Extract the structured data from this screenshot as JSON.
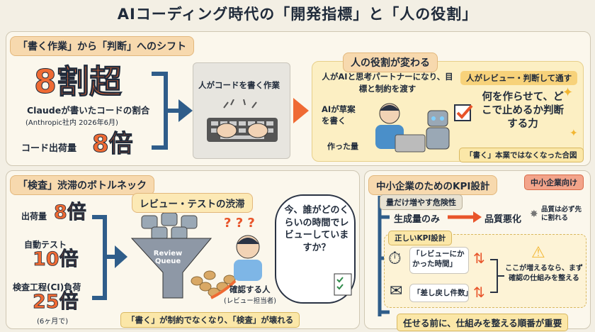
{
  "title": "AIコーディング時代の「開発指標」と「人の役割」",
  "shift": {
    "header": "「書く作業」から「判断」へのシフト",
    "big_value": "8割超",
    "desc1": "Claudeが書いたコードの割合",
    "desc2": "(Anthropic社内 2026年6月)",
    "ship_label": "コード出荷量",
    "ship_value": "8倍",
    "human_writes": "人がコードを書く作業",
    "role_header": "人の役割が変わる",
    "role_desc": "人がAIと思考パートナーになり、目標と制約を渡す",
    "pass_pill": "人がレビュー・判断して通す",
    "ai_draft": "AIが草案を書く",
    "made_amount": "作った量",
    "decide": "何を作らせて、どこで止めるか判断する力",
    "footer_pill": "「書く」本業ではなくなった合図"
  },
  "bottleneck": {
    "header": "「検査」渋滞のボトルネック",
    "stats": [
      {
        "label": "出荷量",
        "value": "8倍",
        "sub": ""
      },
      {
        "label": "自動テスト",
        "value": "10倍",
        "sub": ""
      },
      {
        "label": "検査工程(CI)負荷",
        "value": "25倍",
        "sub": "(6ヶ月で)"
      }
    ],
    "jam_title": "レビュー・テストの渋滞",
    "queue_label": "Review Queue",
    "speech": "今、誰がどのくらいの時間でレビューしていますか？",
    "checker": "確認する人",
    "checker_sub": "(レビュー担当者)",
    "footer_pill": "「書く」が制約でなくなり、「検査」が壊れる"
  },
  "kpi": {
    "header": "中小企業のためのKPI設計",
    "badge": "中小企業向け",
    "risk_pill": "量だけ増やす危険性",
    "gen_only": "生成量のみ",
    "quality_bad": "品質悪化",
    "quality_note": "品質は必ず先に割れる",
    "correct_pill": "正しいKPI設計",
    "m1": "「レビューにかかった時間」",
    "m2": "「差し戻し件数」",
    "warn": "ここが増えるなら、まず確認の仕組みを整える",
    "footer": "任せる前に、仕組みを整える順番が重要"
  }
}
